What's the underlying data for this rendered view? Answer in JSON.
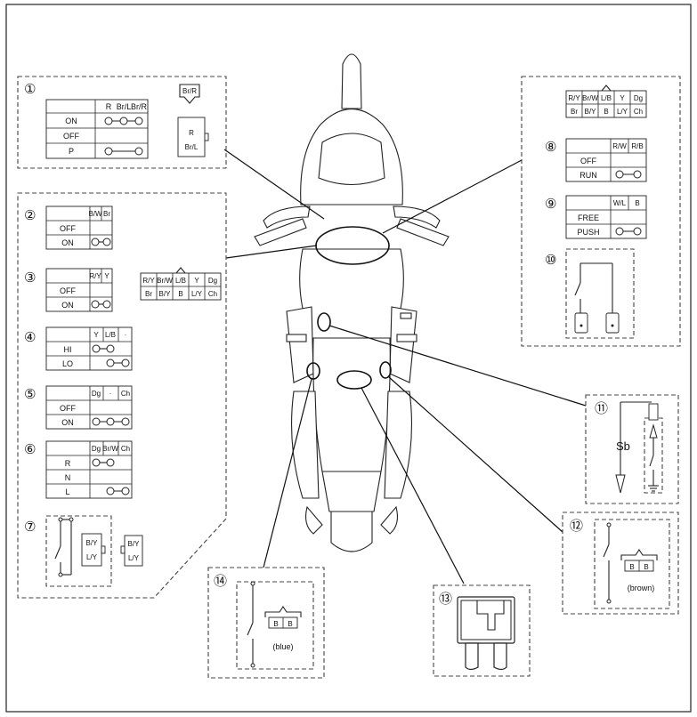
{
  "numbers": {
    "n1": "①",
    "n2": "②",
    "n3": "③",
    "n4": "④",
    "n5": "⑤",
    "n6": "⑥",
    "n7": "⑦",
    "n8": "⑧",
    "n9": "⑨",
    "n10": "⑩",
    "n11": "⑪",
    "n12": "⑫",
    "n13": "⑬",
    "n14": "⑭"
  },
  "sw1": {
    "cols": [
      "R",
      "Br/L",
      "Br/R"
    ],
    "rows": [
      "ON",
      "OFF",
      "P"
    ],
    "conn_top": "Br/R",
    "conn_r": "R",
    "conn_brl": "Br/L"
  },
  "sw2": {
    "cols": [
      "B/W",
      "Br"
    ],
    "rows": [
      "OFF",
      "ON"
    ]
  },
  "sw3": {
    "cols": [
      "R/Y",
      "Y"
    ],
    "rows": [
      "OFF",
      "ON"
    ]
  },
  "sw4": {
    "cols": [
      "Y",
      "L/B",
      "·"
    ],
    "rows": [
      "HI",
      "LO"
    ]
  },
  "sw5": {
    "cols": [
      "Dg",
      "·",
      "Ch"
    ],
    "rows": [
      "OFF",
      "ON"
    ]
  },
  "sw6": {
    "cols": [
      "Dg",
      "Br/W",
      "Ch"
    ],
    "rows": [
      "R",
      "N",
      "L"
    ]
  },
  "sw7": {
    "conn_by": "B/Y",
    "conn_ly": "L/Y"
  },
  "connector_handlebar": {
    "top": [
      "R/Y",
      "Br/W",
      "L/B",
      "Y",
      "Dg"
    ],
    "bottom": [
      "Br",
      "B/Y",
      "B",
      "L/Y",
      "Ch"
    ]
  },
  "sw8": {
    "cols": [
      "R/W",
      "R/B"
    ],
    "rows": [
      "OFF",
      "RUN"
    ]
  },
  "sw9": {
    "cols": [
      "W/L",
      "B"
    ],
    "rows": [
      "FREE",
      "PUSH"
    ]
  },
  "sw11": {
    "label": "Sb"
  },
  "sw12": {
    "pins": [
      "B",
      "B"
    ],
    "color": "(brown)"
  },
  "sw14": {
    "pins": [
      "B",
      "B"
    ],
    "color": "(blue)"
  }
}
